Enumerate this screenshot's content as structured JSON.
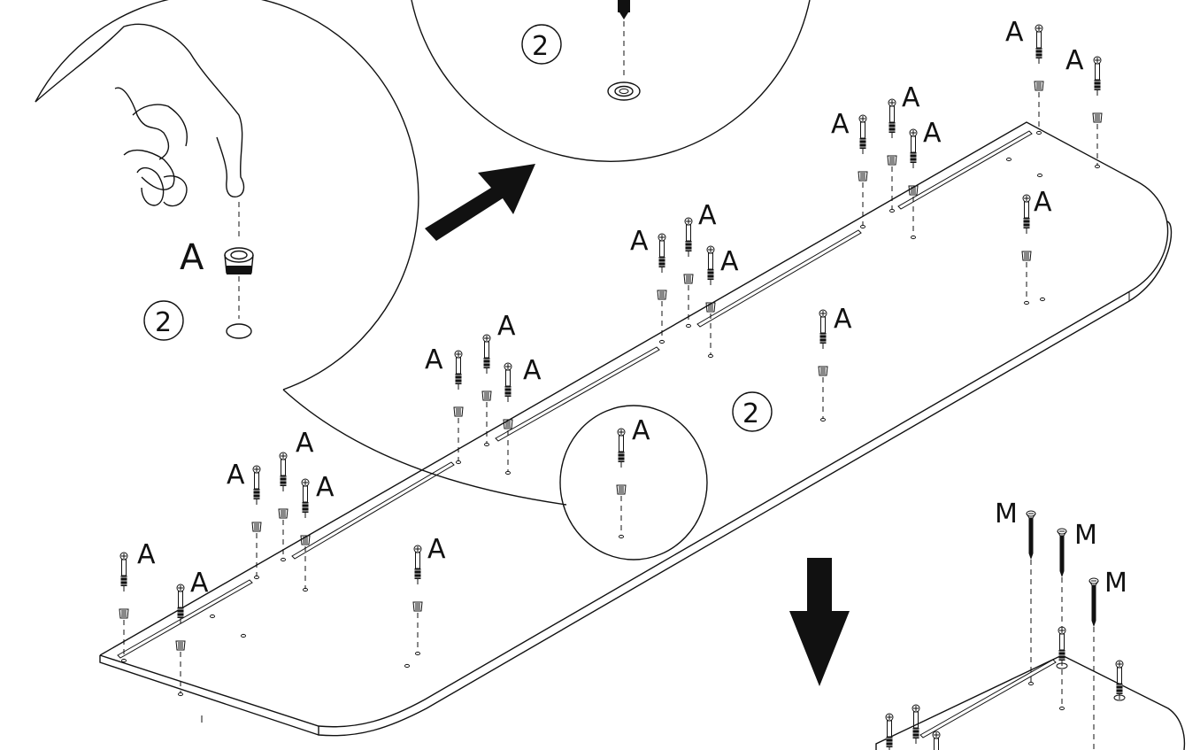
{
  "colors": {
    "line": "#111111",
    "arrow": "#1a1a1a",
    "background": "#ffffff"
  },
  "labels": {
    "part_a": "A",
    "part_m": "M",
    "step": "2"
  },
  "icons": {
    "arrow_zoom": "arrow-right-up",
    "arrow_next": "arrow-down",
    "hand": "hand-icon",
    "insert_sleeve": "cam-dowel-icon",
    "screw": "screw-icon"
  }
}
